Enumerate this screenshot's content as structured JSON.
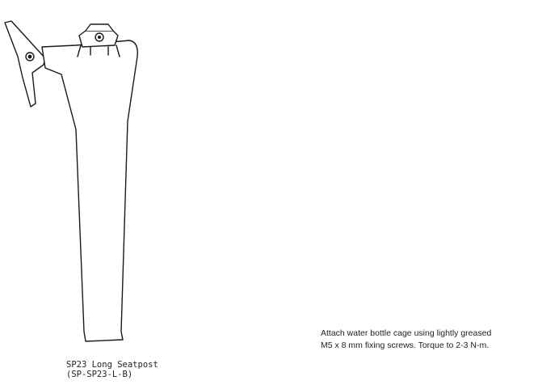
{
  "seatpost_caption": {
    "line1": "SP23 Long Seatpost",
    "line2": "(SP-SP23-L-B)"
  },
  "instruction": {
    "line1": "Attach water bottle cage using lightly greased",
    "line2": "M5 x 8 mm fixing screws. Torque to 2-3 N-m."
  },
  "icons": [
    "seatpost-drawing",
    "saddle-drawing",
    "bottle-cage-drawing",
    "mount-plate-drawing",
    "bolt-icon"
  ]
}
